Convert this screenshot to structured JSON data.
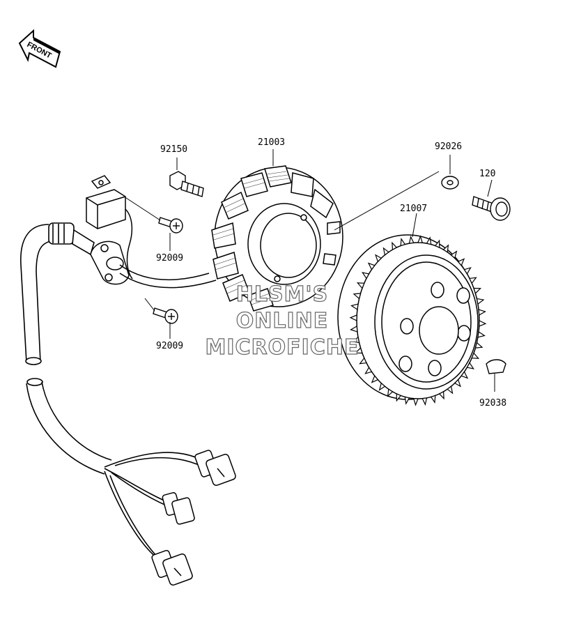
{
  "front_marker": "FRONT",
  "parts": [
    {
      "id": "92150",
      "label": "92150"
    },
    {
      "id": "21003",
      "label": "21003"
    },
    {
      "id": "92026",
      "label": "92026"
    },
    {
      "id": "120",
      "label": "120"
    },
    {
      "id": "21007",
      "label": "21007"
    },
    {
      "id": "92009a",
      "label": "92009"
    },
    {
      "id": "92009b",
      "label": "92009"
    },
    {
      "id": "92038",
      "label": "92038"
    }
  ],
  "watermark": [
    "HLSM'S",
    "ONLINE",
    "MICROFICHE"
  ]
}
